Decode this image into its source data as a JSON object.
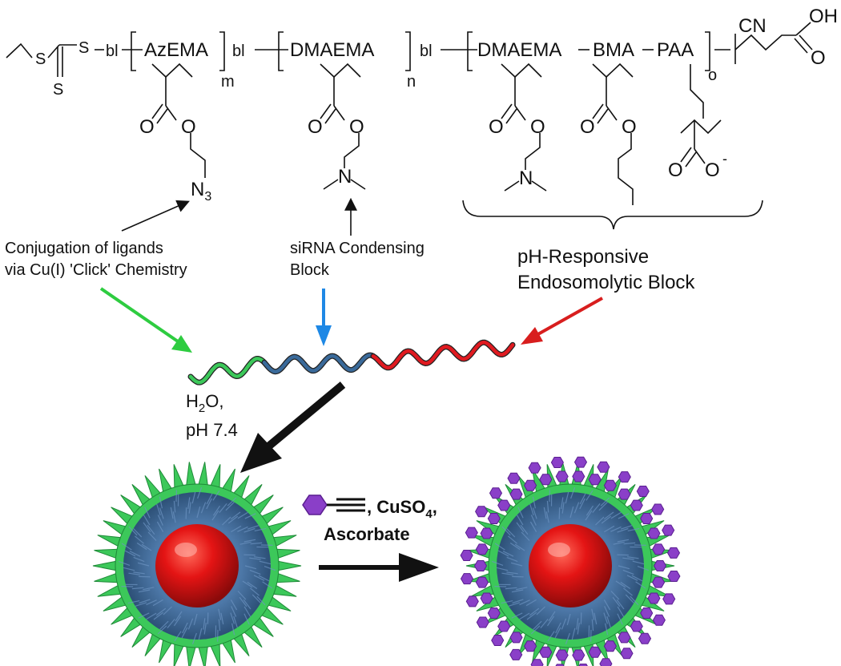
{
  "chemistry": {
    "chain_s1": "S",
    "chain_s2": "S",
    "chain_s3": "S",
    "bl1": "bl",
    "block1": "AzEMA",
    "sub_m": "m",
    "bl2": "bl",
    "block2": "DMAEMA",
    "sub_n": "n",
    "bl3": "bl",
    "block3a": "DMAEMA",
    "block3b": "BMA",
    "block3c": "PAA",
    "sub_o": "o",
    "cn": "CN",
    "oh": "OH",
    "o_atom": "O",
    "o_minus": "-",
    "n_atom": "N",
    "n3_main": "N",
    "n3_sub": "3"
  },
  "labels": {
    "conjugation_line1": "Conjugation of ligands",
    "conjugation_line2": "via Cu(I) 'Click' Chemistry",
    "sirna_line1": "siRNA Condensing",
    "sirna_line2": "Block",
    "ph_line1": "pH-Responsive",
    "ph_line2": "Endosomolytic Block",
    "h2o_main": "H",
    "h2o_sub": "2",
    "h2o_tail": "O,",
    "ph_value": "pH 7.4",
    "cuso4_main": ", CuSO",
    "cuso4_sub": "4",
    "cuso4_tail": ",",
    "ascorbate": "Ascorbate"
  },
  "colors": {
    "block_green": "#3cc85a",
    "block_blue": "#3a6a9a",
    "block_red": "#e01a20",
    "arrow_green": "#2ecc40",
    "arrow_blue": "#1e88e5",
    "arrow_red": "#d81e1e",
    "ligand_purple": "#8a3fc8",
    "core_red": "#e41414"
  }
}
